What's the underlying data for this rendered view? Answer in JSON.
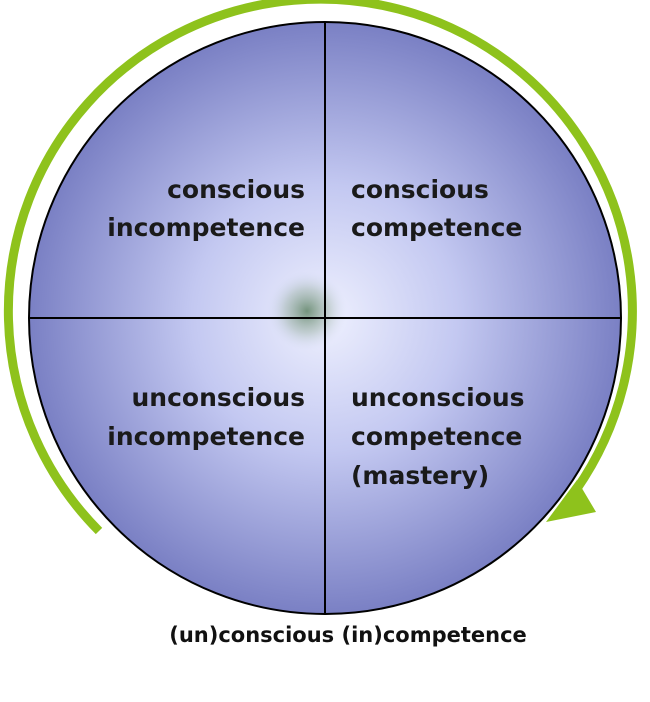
{
  "quadrants": {
    "top_left": {
      "line1": "conscious",
      "line2": "incompetence"
    },
    "top_right": {
      "line1": "conscious",
      "line2": "competence"
    },
    "bottom_left": {
      "line1": "unconscious",
      "line2": "incompetence"
    },
    "bottom_right": {
      "line1": "unconscious",
      "line2": "competence",
      "line3": "(mastery)"
    }
  },
  "caption": "(un)conscious (in)competence",
  "colors": {
    "circle_center": "#eef0fe",
    "circle_edge": "#7a80c4",
    "center_glow": "#5f8466",
    "divider": "#000000",
    "outline": "#000000",
    "arrow": "#8ec21c"
  }
}
